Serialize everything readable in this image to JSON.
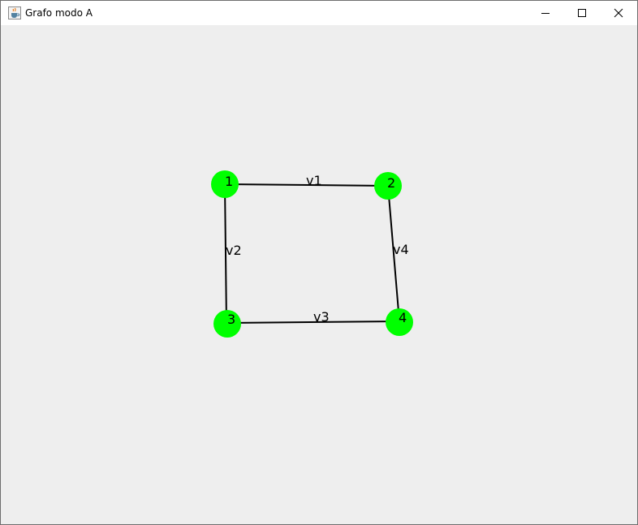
{
  "window": {
    "title": "Grafo modo A",
    "icon": "java-cup-icon",
    "controls": {
      "minimize": "minimize-icon",
      "maximize": "maximize-icon",
      "close": "close-icon"
    }
  },
  "graph": {
    "node_color": "#00ff00",
    "edge_color": "#000000",
    "nodes": [
      {
        "id": "n1",
        "label": "1"
      },
      {
        "id": "n2",
        "label": "2"
      },
      {
        "id": "n3",
        "label": "3"
      },
      {
        "id": "n4",
        "label": "4"
      }
    ],
    "edges": [
      {
        "id": "e1",
        "label": "v1",
        "from": "1",
        "to": "2"
      },
      {
        "id": "e2",
        "label": "v2",
        "from": "1",
        "to": "3"
      },
      {
        "id": "e3",
        "label": "v3",
        "from": "3",
        "to": "4"
      },
      {
        "id": "e4",
        "label": "v4",
        "from": "2",
        "to": "4"
      }
    ]
  }
}
